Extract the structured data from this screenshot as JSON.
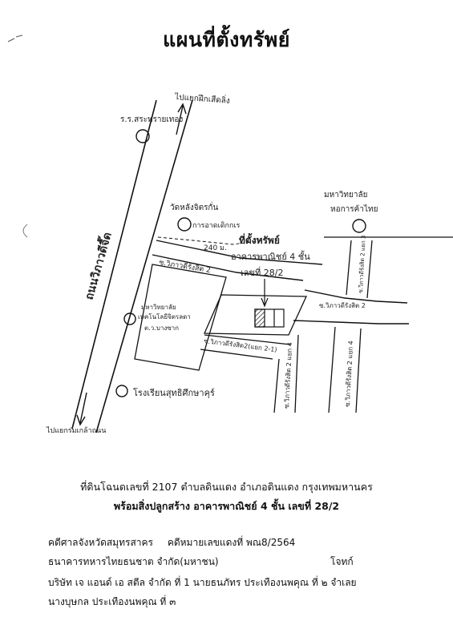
{
  "title": "แผนที่ตั้งทรัพย์",
  "map": {
    "north_road_label": "ไปแยกฝึกเสืดลิ่ง",
    "south_road_label": "ไปแยกร่มเกล้าถนน",
    "main_road": "ถนนวิภาวดีจี๊ด",
    "landmark_top_left": "ร.ร.สระทรายเทอง",
    "landmark_temple": "วัดหลังจิตรกั่น",
    "landmark_temple_sub": "การอาดเดิกกเร",
    "landmark_top_right": "มหาวิทยาลัย",
    "landmark_top_right_sub": "หอการค้าไทย",
    "landmark_left_middle": "มหาวิทยาลัย",
    "landmark_left_middle_sub": "เทคโนโลยีจิตรลดา",
    "landmark_left_middle_sub2": "ต.ว.บางซาก",
    "landmark_bottom_left": "โรงเรียนสุทธิศึกษาคุร์",
    "distance": "240 ม.",
    "soi_main": "ซ.วิภาวดีรังสิต 2",
    "soi_right_upper": "ซ.วิภาวดีรังสิต 2",
    "soi_inner": "ซ.วิภาวดีรังสิต2(แยก 2-1)",
    "soi_vertical_center": "ซ.วิภาวดีรังสิต 2 แยก 4",
    "soi_vertical_right": "ซ.วิภาวดีรังสิต 2 แยก 4",
    "soi_vertical_right_upper": "ซ.วิภาวดีรังสิต 2 แยก 3",
    "property_label_1": "ที่ตั้งทรัพย์",
    "property_label_2": "อาคารพาณิชย์ 4 ชั้น",
    "property_label_3": "เลขที่ 28/2"
  },
  "location": {
    "line1": "ที่ดินโฉนดเลขที่ 2107  ตำบลดินแดง  อำเภอดินแดง  กรุงเทพมหานคร",
    "line2": "พร้อมสิ่งปลูกสร้าง อาคารพาณิชย์ 4 ชั้น เลขที่ 28/2"
  },
  "case": {
    "court": "คดีศาลจังหวัดสมุทรสาคร",
    "case_no": "คดีหมายเลขแดงที่  พณ8/2564",
    "plaintiff": "ธนาคารทหารไทยธนชาต จำกัด(มหาชน)",
    "plaintiff_role": "โจทก์",
    "defendants_1": "บริษัท เจ แอนด์ เอ สตีล จำกัด ที่ 1  นายธนภัทร ประเทืองนพคุณ ที่ ๒  จำเลย",
    "defendants_2": "นางบุษกล ประเทืองนพคุณ ที่ ๓"
  }
}
